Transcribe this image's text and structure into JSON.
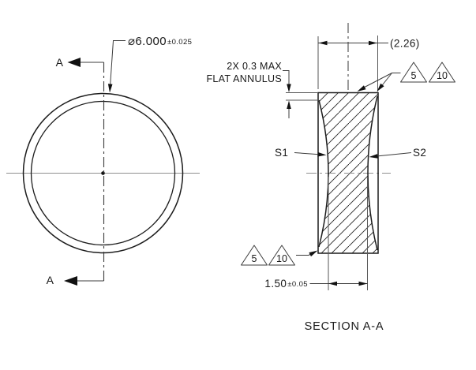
{
  "drawing": {
    "colors": {
      "line": "#1c1c1c",
      "centerline": "#8f8f8f",
      "flag_number": "#3c6bc0",
      "section_letter": "#5873a8",
      "dimension_text": "#1a1a1a"
    },
    "front_view": {
      "section_letter_top": "A",
      "section_letter_bottom": "A",
      "diameter": {
        "value": "⌀6.000",
        "tolerance": "±0.025"
      }
    },
    "section_view": {
      "title": "SECTION A-A",
      "edge_thickness": "(2.26)",
      "center_thickness": {
        "value": "1.50",
        "tolerance": "±0.05"
      },
      "flat_annulus_note": {
        "line1": "2X 0.3 MAX",
        "line2": "FLAT ANNULUS"
      },
      "surface_labels": {
        "s1": "S1",
        "s2": "S2"
      },
      "flag_notes": {
        "top": [
          "5",
          "10"
        ],
        "bottom": [
          "5",
          "10"
        ]
      }
    }
  }
}
